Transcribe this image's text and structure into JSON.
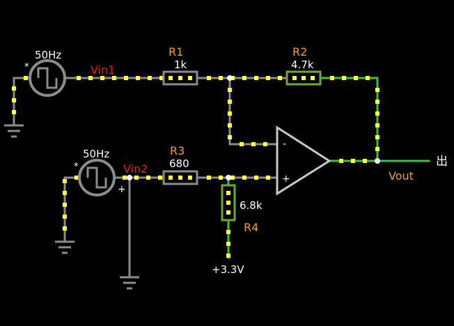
{
  "colors": {
    "background": "#000000",
    "wire_gray": "#8c8c8c",
    "wire_green": "#3ec23e",
    "current_dot": "#ffff33",
    "label_component": "#f0a020",
    "label_node": "#e02020",
    "label_value": "#ffffff"
  },
  "sources": [
    {
      "freq_label": "50Hz",
      "polarity_mark": "*",
      "node_label": "Vin1"
    },
    {
      "freq_label": "50Hz",
      "polarity_mark": "*",
      "node_label": "Vin2",
      "plus_mark": "+"
    }
  ],
  "resistors": [
    {
      "name": "R1",
      "value": "1k"
    },
    {
      "name": "R2",
      "value": "4.7k"
    },
    {
      "name": "R3",
      "value": "680"
    },
    {
      "name": "R4",
      "value": "6.8k"
    }
  ],
  "opamp": {
    "minus_label": "-",
    "plus_label": "+"
  },
  "output": {
    "node_label": "Vout",
    "terminal_label": "出"
  },
  "supply": {
    "label": "+3.3V"
  }
}
